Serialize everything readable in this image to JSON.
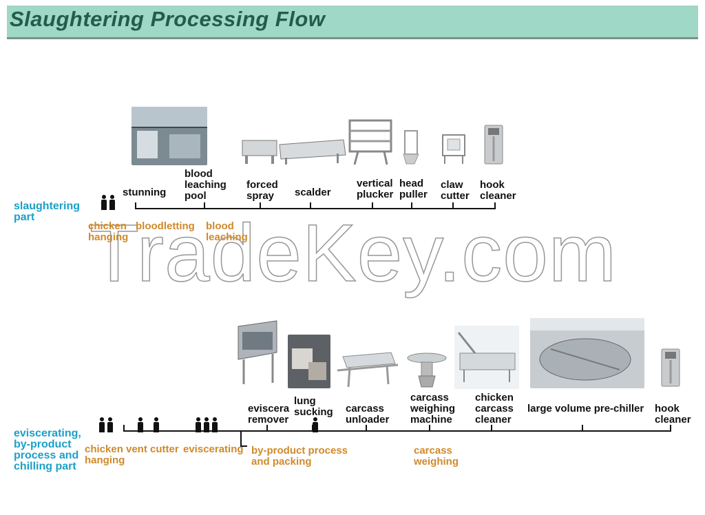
{
  "header": {
    "title": "Slaughtering Processing Flow"
  },
  "watermark": "TradeKey.com",
  "sections": {
    "top_label": "slaughtering\npart",
    "bottom_label": "eviscerating,\nby-product\nprocess and\nchilling part"
  },
  "top": {
    "stations": [
      "stunning",
      "blood\nleaching\npool",
      "forced\nspray",
      "scalder",
      "vertical\nplucker",
      "head\npuller",
      "claw\ncutter",
      "hook\ncleaner"
    ],
    "manual": [
      "chicken\nhanging",
      "bloodletting",
      "blood\nleaching"
    ]
  },
  "bottom": {
    "stations": [
      "eviscera\nremover",
      "lung\nsucking",
      "carcass\nunloader",
      "carcass\nweighing\nmachine",
      "chicken\ncarcass\ncleaner",
      "large volume pre-chiller",
      "hook\ncleaner"
    ],
    "manual": [
      "chicken\nhanging",
      "vent cutter",
      "eviscerating",
      "by-product process\n and packing",
      "carcass\nweighing"
    ]
  },
  "colors": {
    "banner": "#9fd8c6",
    "title": "#245c4a",
    "section": "#1aa0c8",
    "manual": "#cf8a2a"
  }
}
